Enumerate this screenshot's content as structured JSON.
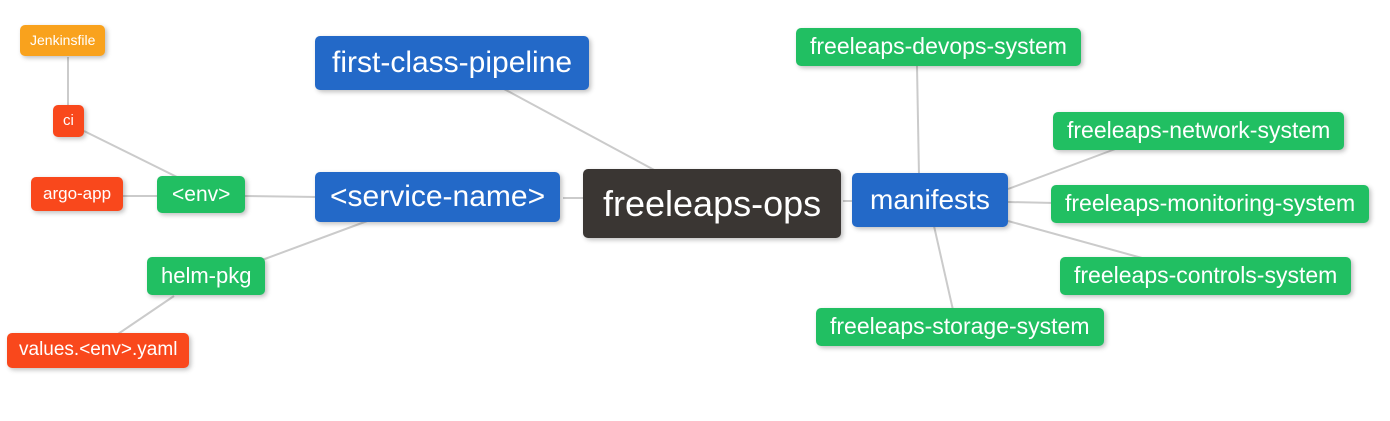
{
  "colors": {
    "orange": "#F9A21D",
    "red": "#F9481C",
    "green": "#21BF62",
    "blue": "#2369C8",
    "dark": "#3A3633",
    "edge": "#CBCBCB",
    "text": "#FFFFFF"
  },
  "nodes": {
    "jenkinsfile": {
      "label": "Jenkinsfile",
      "color": "orange"
    },
    "ci": {
      "label": "ci",
      "color": "red"
    },
    "argo_app": {
      "label": "argo-app",
      "color": "red"
    },
    "env": {
      "label": "<env>",
      "color": "green"
    },
    "first_class_pipeline": {
      "label": "first-class-pipeline",
      "color": "blue"
    },
    "service_name": {
      "label": "<service-name>",
      "color": "blue"
    },
    "helm_pkg": {
      "label": "helm-pkg",
      "color": "green"
    },
    "values_env_yaml": {
      "label": "values.<env>.yaml",
      "color": "red"
    },
    "freeleaps_ops": {
      "label": "freeleaps-ops",
      "color": "dark"
    },
    "manifests": {
      "label": "manifests",
      "color": "blue"
    },
    "devops_system": {
      "label": "freeleaps-devops-system",
      "color": "green"
    },
    "network_system": {
      "label": "freeleaps-network-system",
      "color": "green"
    },
    "monitoring_system": {
      "label": "freeleaps-monitoring-system",
      "color": "green"
    },
    "controls_system": {
      "label": "freeleaps-controls-system",
      "color": "green"
    },
    "storage_system": {
      "label": "freeleaps-storage-system",
      "color": "green"
    }
  },
  "edges": [
    {
      "from": "jenkinsfile",
      "to": "ci"
    },
    {
      "from": "ci",
      "to": "env"
    },
    {
      "from": "argo_app",
      "to": "env"
    },
    {
      "from": "env",
      "to": "service_name"
    },
    {
      "from": "service_name",
      "to": "helm_pkg"
    },
    {
      "from": "helm_pkg",
      "to": "values_env_yaml"
    },
    {
      "from": "first_class_pipeline",
      "to": "freeleaps_ops"
    },
    {
      "from": "service_name",
      "to": "freeleaps_ops"
    },
    {
      "from": "freeleaps_ops",
      "to": "manifests"
    },
    {
      "from": "manifests",
      "to": "devops_system"
    },
    {
      "from": "manifests",
      "to": "network_system"
    },
    {
      "from": "manifests",
      "to": "monitoring_system"
    },
    {
      "from": "manifests",
      "to": "controls_system"
    },
    {
      "from": "manifests",
      "to": "storage_system"
    }
  ]
}
